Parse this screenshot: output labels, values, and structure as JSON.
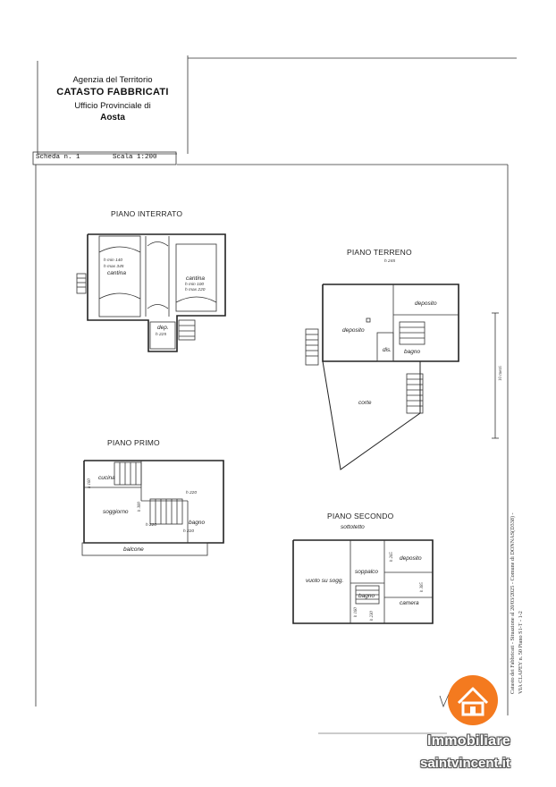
{
  "header": {
    "agency": "Agenzia del Territorio",
    "catasto": "CATASTO FABBRICATI",
    "ufficio": "Ufficio Provinciale di",
    "city": "Aosta"
  },
  "sheet": {
    "scheda": "Scheda n. 1",
    "scala": "Scala 1:200"
  },
  "plans": {
    "interrato": {
      "title": "PIANO INTERRATO",
      "cantina1": "cantina",
      "cantina1_hmin": "h min 140",
      "cantina1_hmax": "h max 345",
      "cantina2": "cantina",
      "cantina2_hmin": "h min 100",
      "cantina2_hmax": "h max 220",
      "dep": "dep.",
      "dep_h": "h 225"
    },
    "terreno": {
      "title": "PIANO TERRENO",
      "h": "h 245",
      "deposito1": "deposito",
      "deposito2": "deposito",
      "dis": "dis.",
      "bagno": "bagno",
      "corte": "corte"
    },
    "primo": {
      "title": "PIANO PRIMO",
      "cucina": "cucina",
      "soggiorno": "soggiorno",
      "bagno": "bagno",
      "balcone": "balcone",
      "h220a": "h 220",
      "h220b": "h 220",
      "h220c": "h 220",
      "h300": "h 300",
      "h160": "h 160"
    },
    "secondo": {
      "title": "PIANO SECONDO",
      "subtitle": "sottotetto",
      "vuoto": "vuoto su sogg.",
      "soppalco": "soppalco",
      "deposito": "deposito",
      "bagno": "bagno",
      "camera": "camera",
      "h265": "h 265",
      "h385": "h 385",
      "h160": "h 160",
      "h230": "h 230"
    }
  },
  "side": {
    "line1": "Catasto dei Fabbricati - Situazione al 20/03/2025 - Comune di DONNAS(D338) -",
    "line2": "VIA CLAPEY n. 50 Piano S1-T - 1-2",
    "mark": "10 metri"
  },
  "watermark": {
    "line1": "Immobiliare",
    "line2": "saintvincent.it",
    "accent": "#f47a1f"
  }
}
